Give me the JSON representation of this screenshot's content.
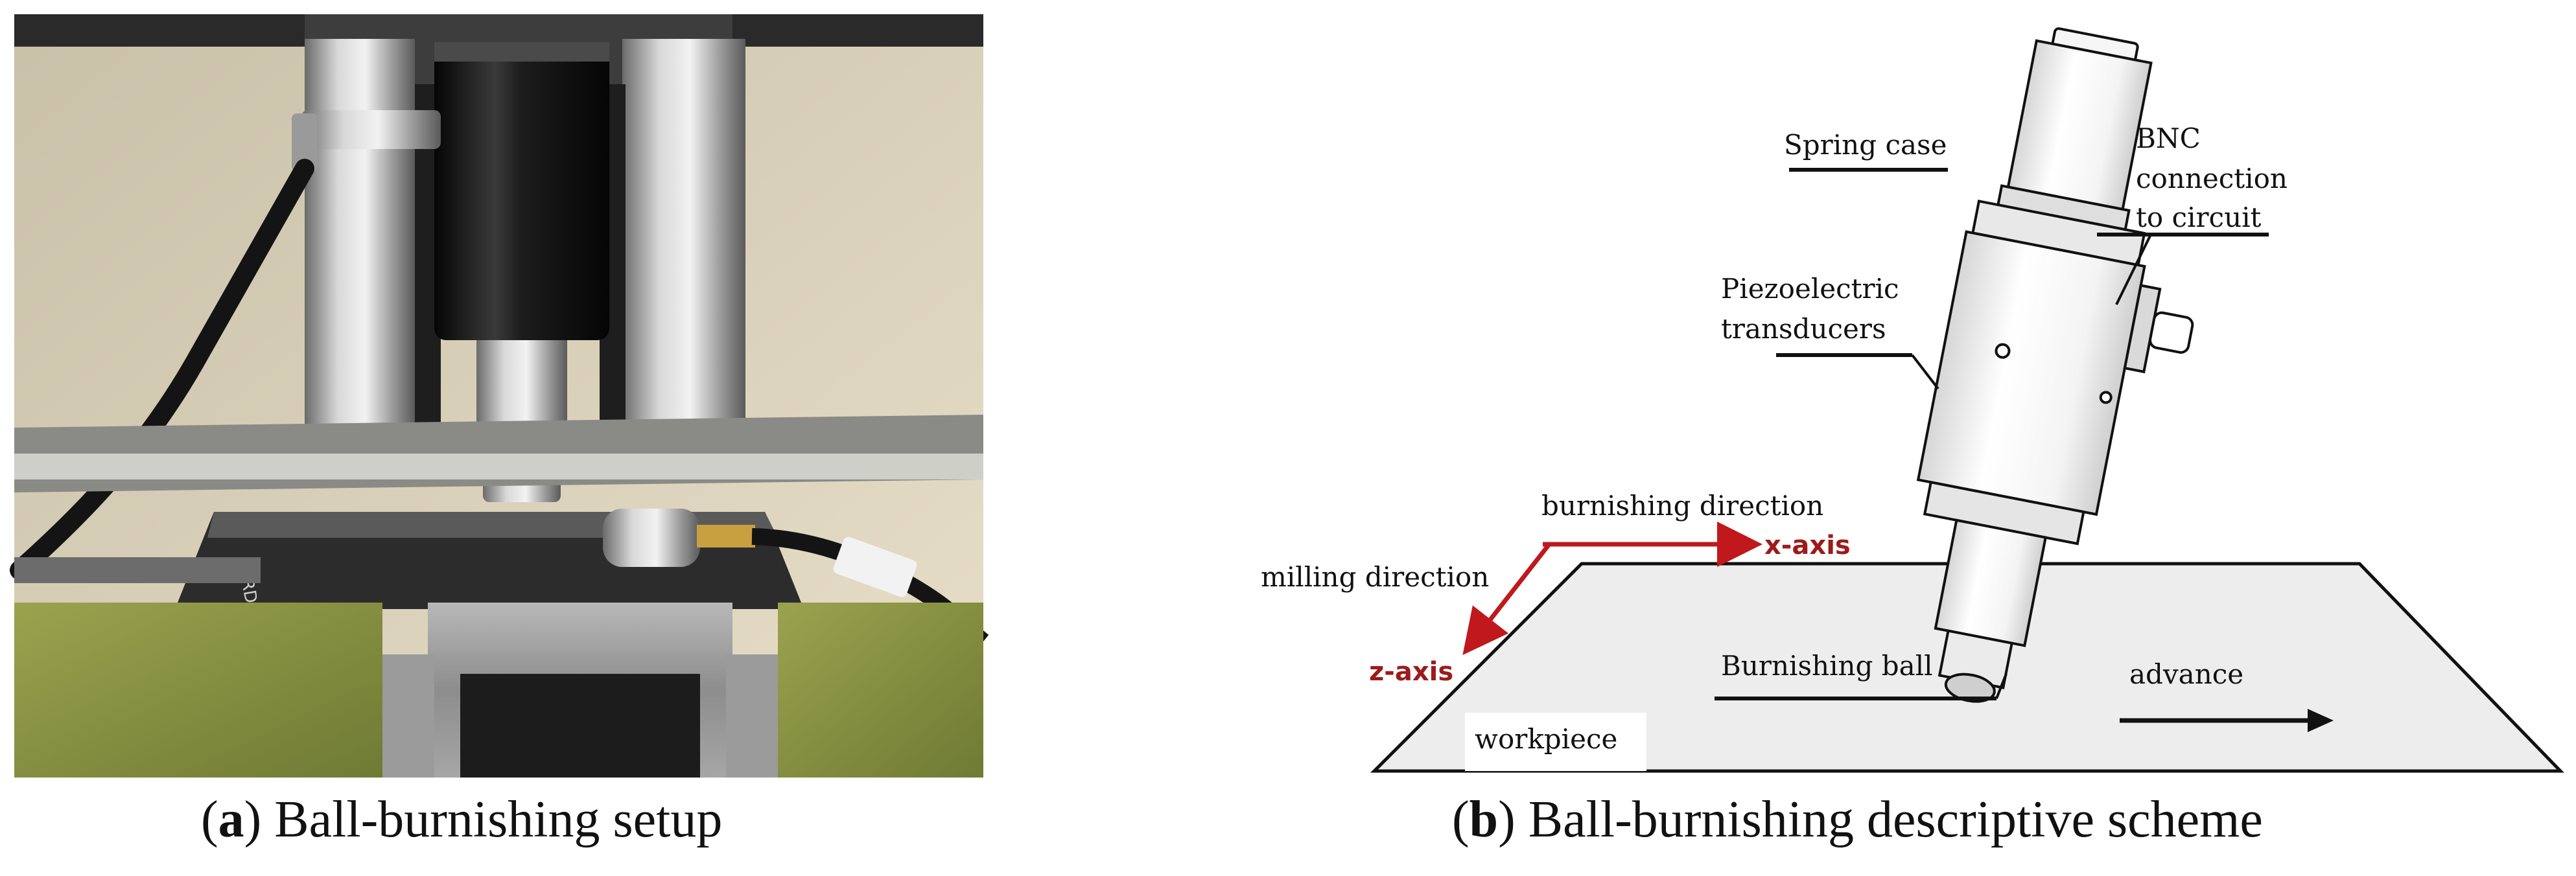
{
  "panel_a": {
    "caption_letter": "a",
    "caption_text": "Ball-burnishing setup",
    "label_etch": "FRD"
  },
  "panel_b": {
    "caption_letter": "b",
    "caption_text": "Ball-burnishing descriptive scheme",
    "labels": {
      "spring_case": "Spring case",
      "bnc_1": "BNC",
      "bnc_2": "connection",
      "bnc_3": "to circuit",
      "piezo_1": "Piezoelectric",
      "piezo_2": "transducers",
      "burnishing_direction": "burnishing direction",
      "x_axis": "x-axis",
      "milling_direction": "milling direction",
      "z_axis": "z-axis",
      "burnishing_ball": "Burnishing ball",
      "advance": "advance",
      "workpiece": "workpiece"
    }
  },
  "colors": {
    "axis_red": "#9c1b1b",
    "arrow_red": "#c0181c",
    "ink": "#111111",
    "plate": "#ededed"
  }
}
